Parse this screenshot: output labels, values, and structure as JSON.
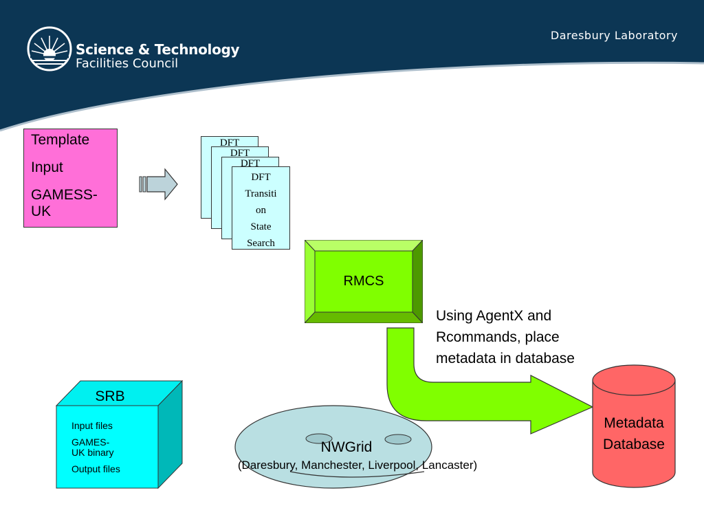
{
  "header": {
    "org_name_line1": "Science & Technology",
    "org_name_line2": "Facilities Council",
    "lab_name": "Daresbury Laboratory",
    "background_color": "#0c3654"
  },
  "template_box": {
    "lines": [
      "Template",
      "Input",
      "GAMESS-",
      "UK"
    ],
    "color": "#ff6fd8"
  },
  "dft_documents": {
    "partial_labels": [
      "DFT",
      "DFT",
      "DFT"
    ],
    "front_lines": [
      "DFT",
      "Transiti",
      "on",
      "State",
      "Search"
    ],
    "color": "#ccffff"
  },
  "rmcs": {
    "label": "RMCS",
    "color": "#80ff00"
  },
  "agentx_note": {
    "lines": [
      "Using AgentX and",
      "Rcommands, place",
      "metadata in database"
    ]
  },
  "metadata_db": {
    "lines": [
      "Metadata",
      "Database"
    ],
    "color": "#ff6666"
  },
  "srb": {
    "title": "SRB",
    "files": [
      "Input files",
      "GAMES-",
      "UK binary",
      "Output files"
    ],
    "color": "#00ffff"
  },
  "nwgrid": {
    "title": "NWGrid",
    "sites": "(Daresbury, Manchester, Liverpool, Lancaster)",
    "color": "#b9dfe2"
  }
}
